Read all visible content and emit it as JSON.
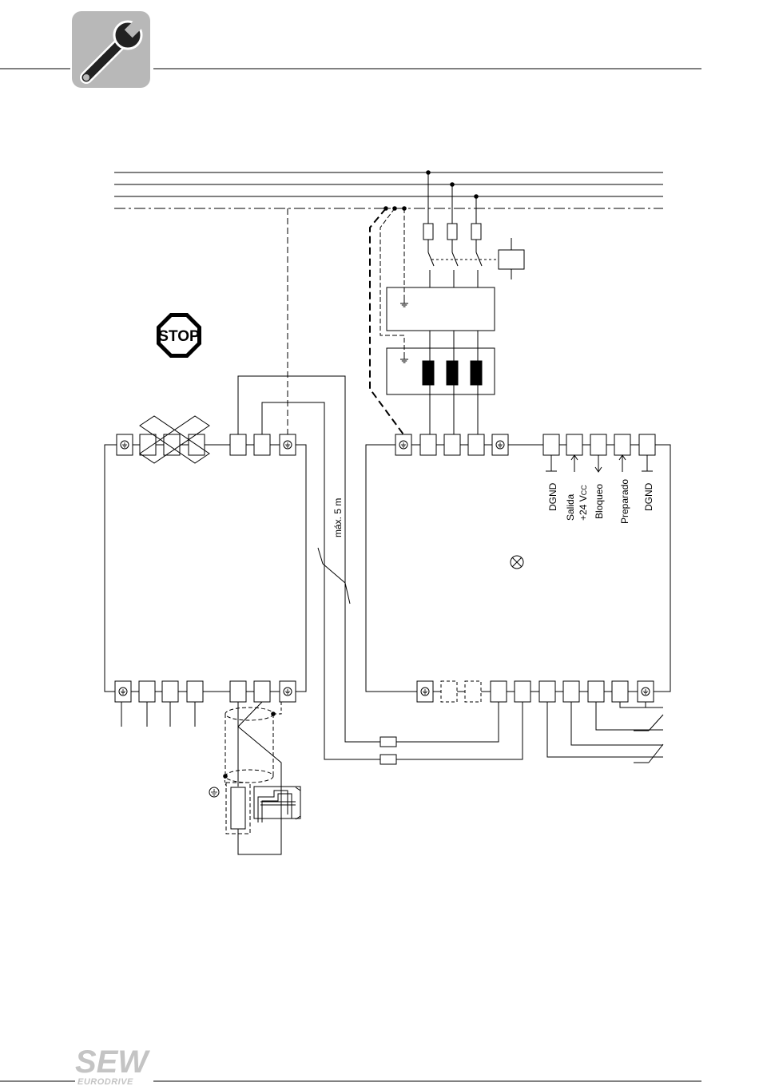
{
  "header": {
    "icon": "wrench-icon",
    "icon_bg_color": "#b8b8b8"
  },
  "diagram": {
    "stop_sign": {
      "text": "STOP"
    },
    "cable_length_label": "máx. 5 m",
    "terminal_labels": {
      "dgnd_1": "DGND",
      "salida_line1": "Salida",
      "salida_line2_main": "+24 V",
      "salida_line2_sub": "CC",
      "bloqueo": "Bloqueo",
      "preparado": "Preparado",
      "dgnd_2": "DGND"
    }
  },
  "footer": {
    "logo_main": "SEW",
    "logo_sub": "EURODRIVE",
    "logo_color": "#c4c4c4"
  }
}
